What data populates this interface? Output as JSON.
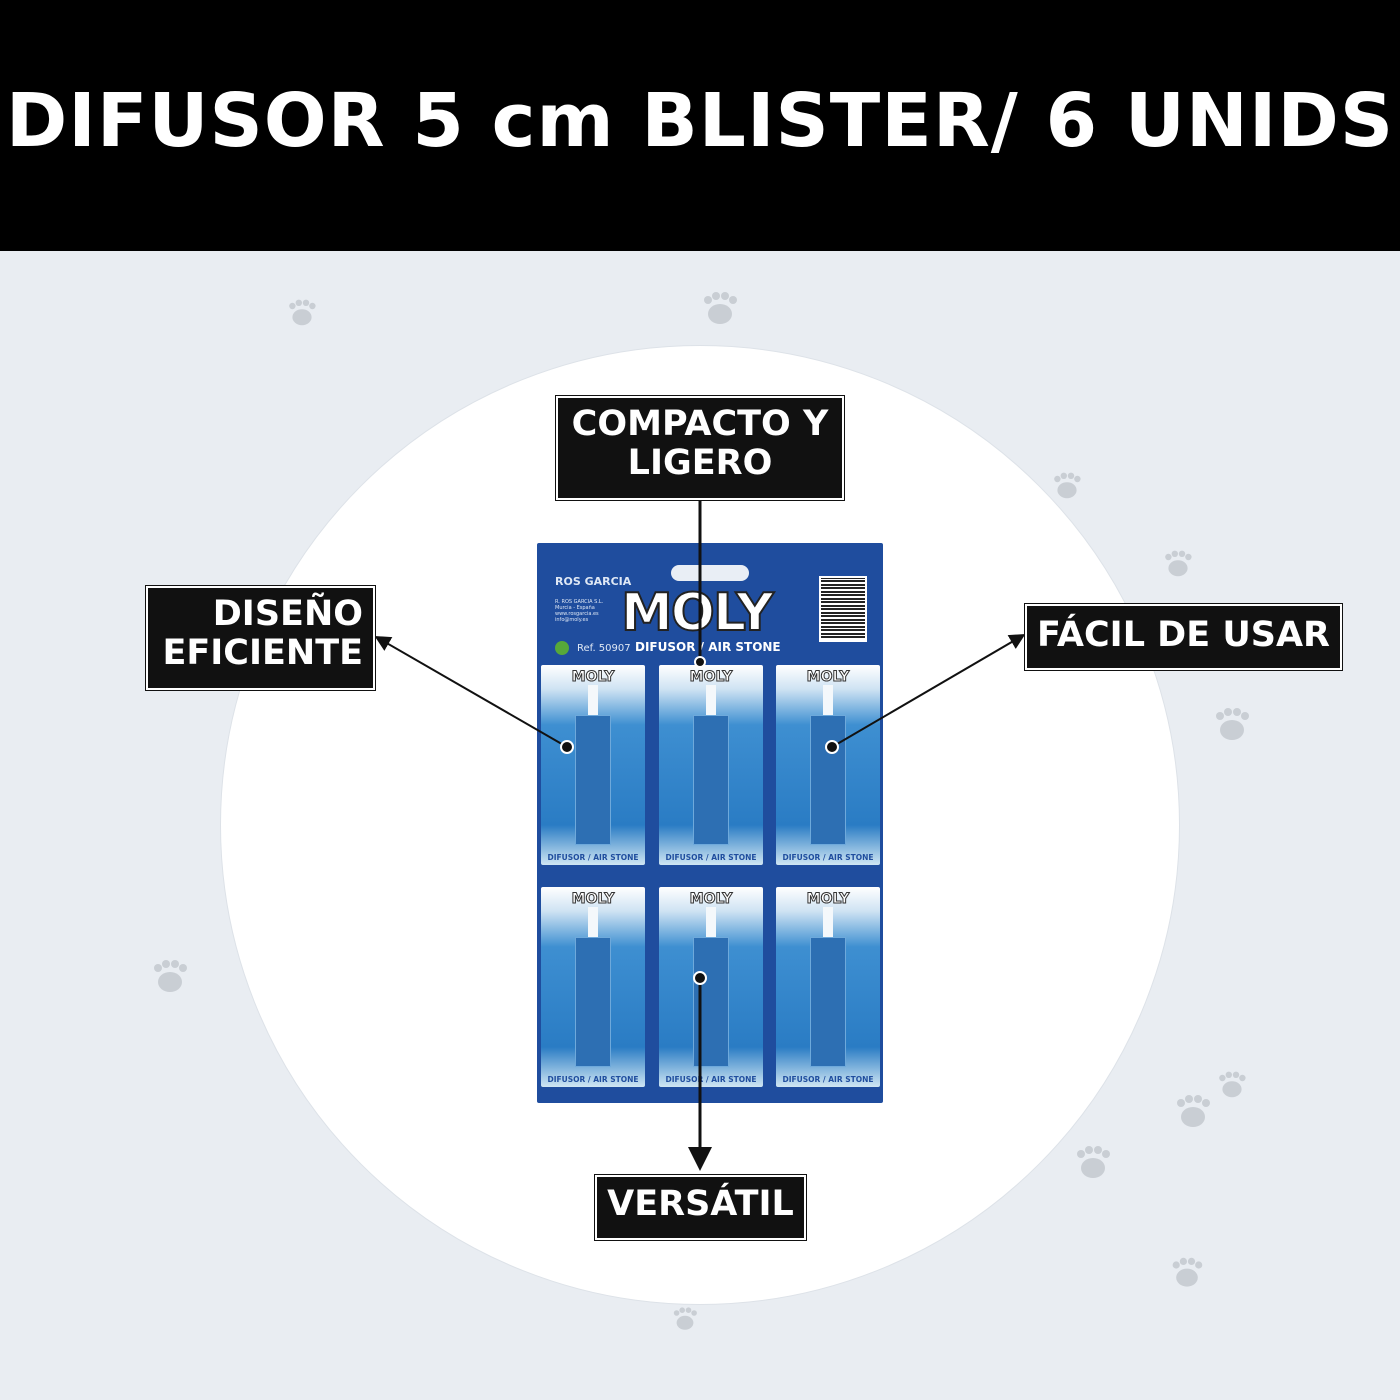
{
  "header": {
    "title": "DIFUSOR 5 cm BLISTER/ 6 UNIDS"
  },
  "product": {
    "brand_small": "ROS GARCIA",
    "company_lines": [
      "R. ROS GARCIA S.L.",
      "Murcia - España",
      "www.rosgarcia.es",
      "info@moly.es"
    ],
    "logo": "MOLY",
    "reference": "Ref. 50907",
    "subtitle": "DIFUSOR / AIR STONE",
    "units": [
      {
        "logo": "MOLY",
        "label": "DIFUSOR / AIR STONE"
      },
      {
        "logo": "MOLY",
        "label": "DIFUSOR / AIR STONE"
      },
      {
        "logo": "MOLY",
        "label": "DIFUSOR / AIR STONE"
      },
      {
        "logo": "MOLY",
        "label": "DIFUSOR / AIR STONE"
      },
      {
        "logo": "MOLY",
        "label": "DIFUSOR / AIR STONE"
      },
      {
        "logo": "MOLY",
        "label": "DIFUSOR / AIR STONE"
      }
    ]
  },
  "callouts": {
    "top": "COMPACTO Y LIGERO",
    "left_line1": "DISEÑO",
    "left_line2": "EFICIENTE",
    "right": "FÁCIL DE USAR",
    "bottom": "VERSÁTIL"
  },
  "colors": {
    "header": "#000000",
    "background": "#e9edf2",
    "card": "#1f4d9e",
    "logo_accent": "#e8401c"
  }
}
